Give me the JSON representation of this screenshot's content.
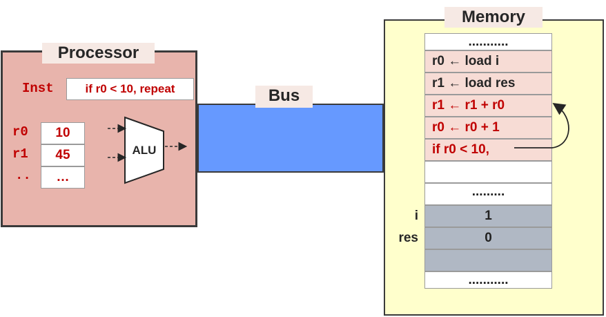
{
  "processor": {
    "title": "Processor",
    "inst_label": "Inst",
    "inst_value": "if r0 < 10, repeat",
    "registers": [
      {
        "name": "r0",
        "value": "10"
      },
      {
        "name": "r1",
        "value": "45"
      },
      {
        "name": "..",
        "value": "…"
      }
    ],
    "alu_label": "ALU"
  },
  "bus": {
    "title": "Bus"
  },
  "memory": {
    "title": "Memory",
    "top_dots": "...........",
    "instructions": [
      "r0  ← load i",
      "r1  ← load res",
      "r1 ← r1 + r0",
      "r0 ← r0 + 1",
      "if r0 < 10,"
    ],
    "mid_dots": ".........",
    "variables": [
      {
        "name": "i",
        "value": "1"
      },
      {
        "name": "res",
        "value": "0"
      }
    ],
    "bottom_dots": "..........."
  },
  "colors": {
    "processor_fill": "#e8b4ac",
    "bus_fill": "#6699ff",
    "memory_fill": "#ffffcc",
    "instruction_text": "#c00000",
    "variable_fill": "#b0b8c4"
  }
}
